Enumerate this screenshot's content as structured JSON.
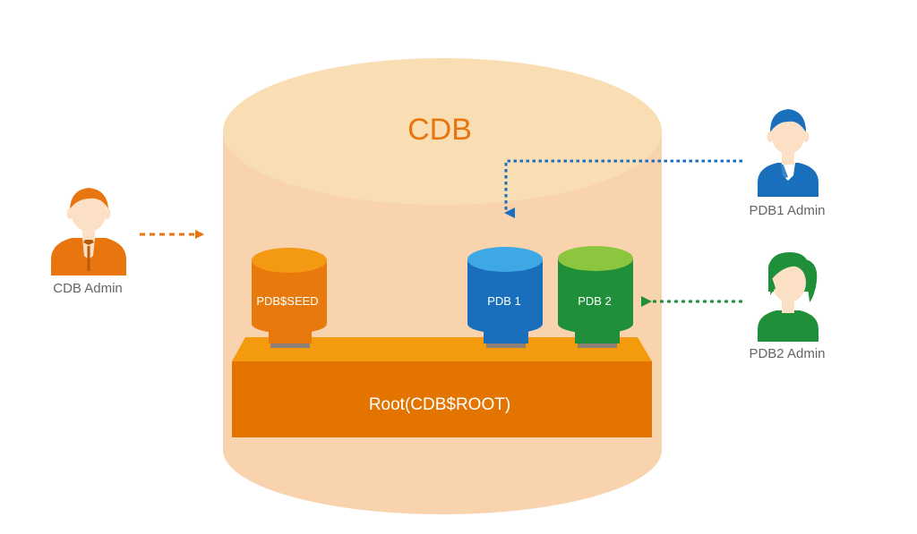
{
  "cdb": {
    "title": "CDB",
    "colors": {
      "body": "#f8d3ae",
      "top": "#fadeb3",
      "title": "#e8750e"
    }
  },
  "root": {
    "label": "Root(CDB$ROOT)",
    "colors": {
      "front": "#e37400",
      "top": "#f39b0c",
      "base": "#8c7f76"
    }
  },
  "pdbs": [
    {
      "id": "seed",
      "label": "PDB$SEED",
      "colors": {
        "body": "#e87a0d",
        "top": "#f39a12",
        "base": "#e87a0d"
      }
    },
    {
      "id": "pdb1",
      "label": "PDB 1",
      "colors": {
        "body": "#1a6fbd",
        "top": "#3ea8e4",
        "base": "#1a6fbd"
      }
    },
    {
      "id": "pdb2",
      "label": "PDB 2",
      "colors": {
        "body": "#1f8f3a",
        "top": "#8cc63f",
        "base": "#1f8f3a"
      }
    }
  ],
  "admins": [
    {
      "id": "cdb-admin",
      "label": "CDB Admin",
      "color": "#e8750e"
    },
    {
      "id": "pdb1-admin",
      "label": "PDB1 Admin",
      "color": "#1a6fbd"
    },
    {
      "id": "pdb2-admin",
      "label": "PDB2 Admin",
      "color": "#1f8f3a"
    }
  ],
  "label_color": "#666666",
  "skin_color": "#fce0c5"
}
